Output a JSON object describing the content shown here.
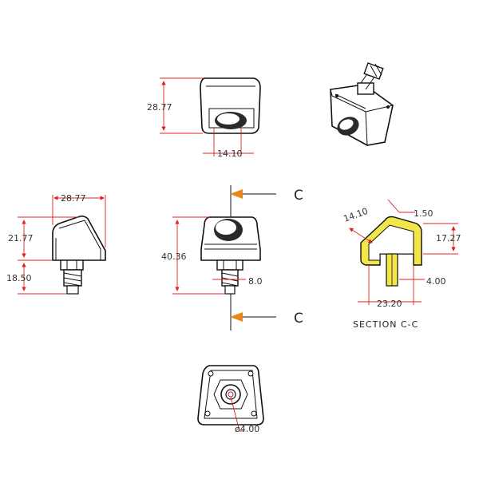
{
  "colors": {
    "dimension": "#e02020",
    "section_fill": "#f2e64a",
    "section_arrow": "#e8861a",
    "ink": "#111111"
  },
  "top_view": {
    "height": "28.77",
    "width": "14.10"
  },
  "side_view": {
    "width": "28.77",
    "height": "21.77",
    "stud": "18.50"
  },
  "front_view": {
    "height": "40.36",
    "stud": "8.0"
  },
  "section": {
    "marker_top": "C",
    "marker_bottom": "C",
    "caption": "SECTION C-C",
    "radius": "1.50",
    "wall": "14.10",
    "height": "17.27",
    "hole": "4.00",
    "width": "23.20"
  },
  "bottom_view": {
    "diameter": "ø4.00"
  }
}
